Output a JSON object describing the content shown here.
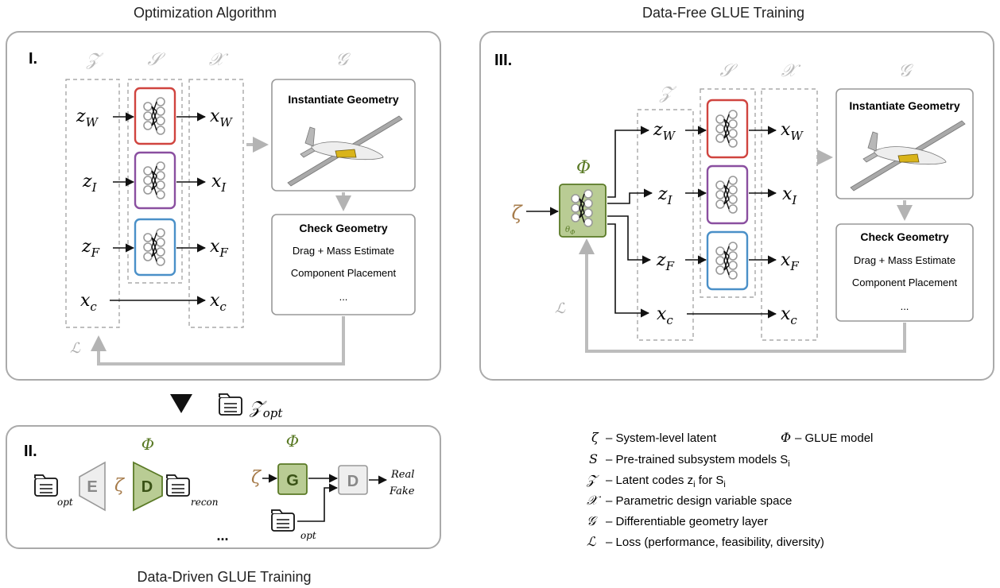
{
  "titles": {
    "optimization": "Optimization Algorithm",
    "data_free": "Data-Free GLUE Training",
    "data_driven": "Data-Driven GLUE Training"
  },
  "panel_labels": {
    "p1": "I.",
    "p2": "II.",
    "p3": "III."
  },
  "columns": {
    "z": "𝒵",
    "s": "𝒮",
    "x": "𝒳",
    "g": "𝒢"
  },
  "latents": {
    "zw": "z",
    "zw_sub": "W",
    "zi": "z",
    "zi_sub": "I",
    "zf": "z",
    "zf_sub": "F"
  },
  "vars": {
    "xw": "x",
    "xw_sub": "W",
    "xi": "x",
    "xi_sub": "I",
    "xf": "x",
    "xf_sub": "F",
    "xc": "x",
    "xc_sub": "c"
  },
  "loss_symbol": "ℒ",
  "geometry": {
    "instantiate": "Instantiate Geometry",
    "check": "Check Geometry",
    "item1": "Drag + Mass Estimate",
    "item2": "Component Placement",
    "more": "..."
  },
  "z_opt": {
    "symbol": "𝒵",
    "sub": "opt"
  },
  "glue": {
    "phi": "Φ",
    "zeta": "ζ",
    "theta": "θ",
    "theta_sub": "Φ"
  },
  "gan": {
    "E": "E",
    "D": "D",
    "G": "G",
    "D2": "D",
    "opt": "opt",
    "recon": "recon",
    "real": "Real",
    "fake": "Fake",
    "ellipsis": "..."
  },
  "colors": {
    "wing": "#d0443f",
    "interface": "#8a4fa0",
    "fuselage": "#4a90c8",
    "glue_fill": "#9bb56f",
    "glue_stroke": "#5a7a26",
    "phi": "#5a7a26",
    "zeta": "#a67b4a",
    "gray": "#b3b3b3"
  },
  "legend": [
    {
      "sym": "ζ",
      "text": "– System-level latent"
    },
    {
      "sym": "Φ",
      "text": "– GLUE model"
    },
    {
      "sym": "S",
      "text": "– Pre-trained subsystem models S",
      "sub": "i"
    },
    {
      "sym": "𝒵",
      "text": "– Latent codes z",
      "sub": "i",
      "tail": " for S",
      "sub2": "i"
    },
    {
      "sym": "𝒳",
      "text": "– Parametric design variable space"
    },
    {
      "sym": "𝒢",
      "text": "– Differentiable geometry layer"
    },
    {
      "sym": "ℒ",
      "text": "– Loss (performance, feasibility, diversity)"
    }
  ]
}
